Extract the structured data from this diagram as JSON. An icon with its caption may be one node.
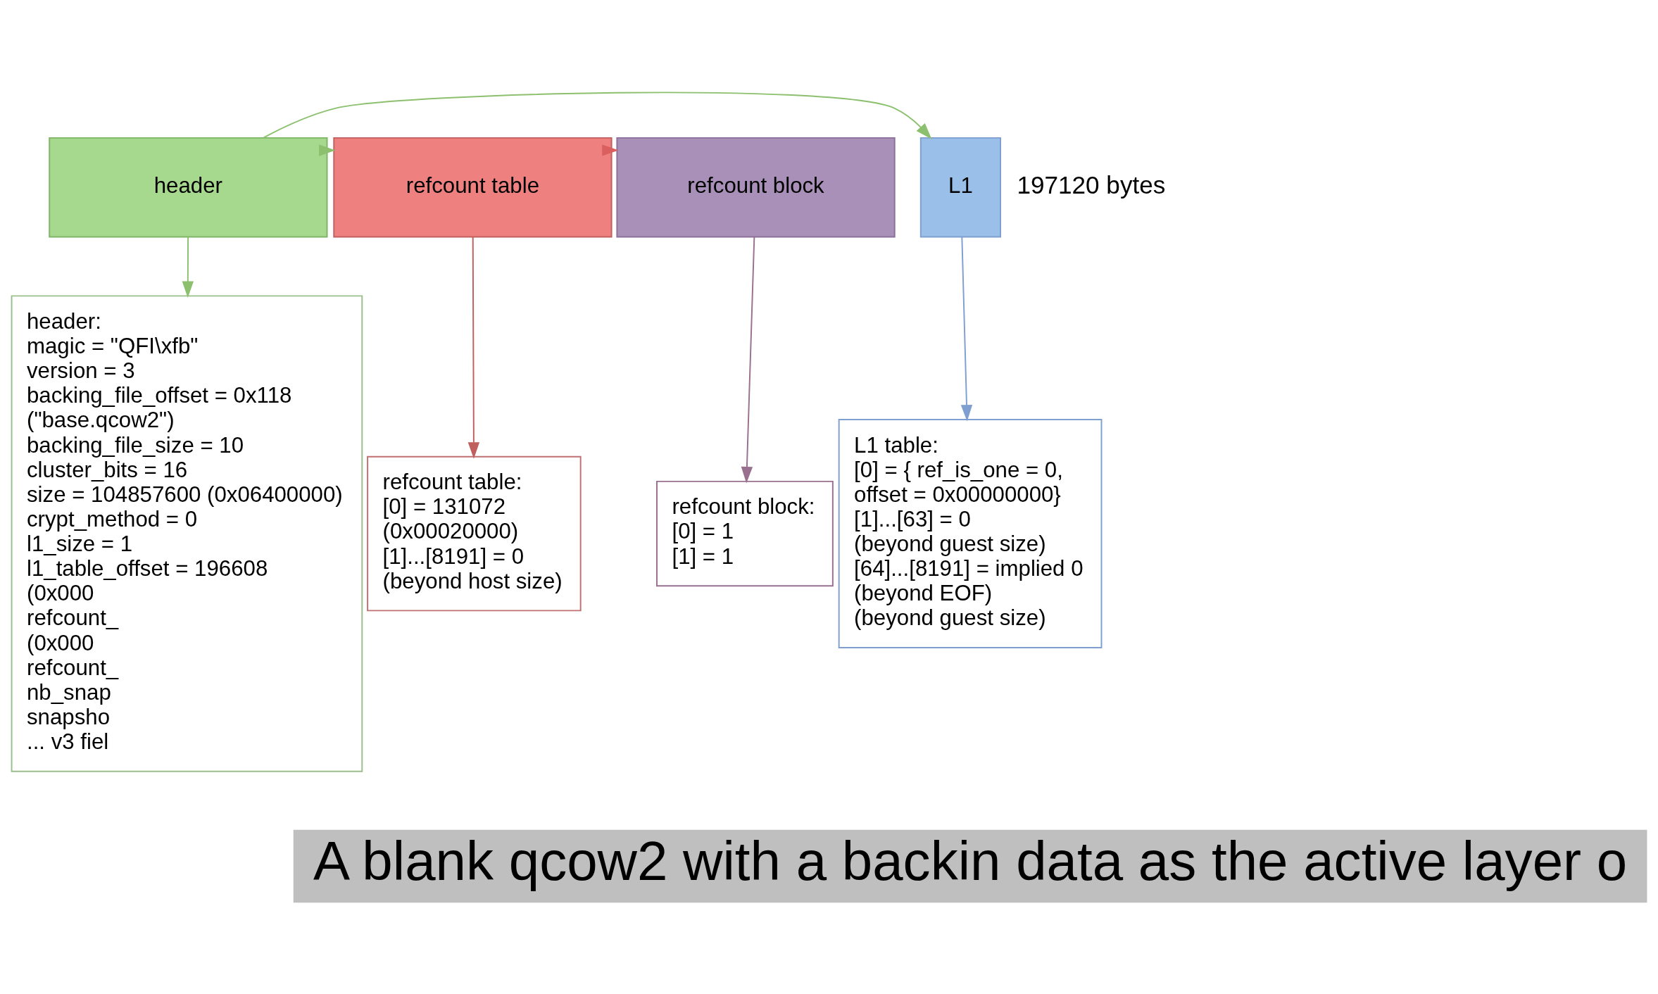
{
  "diagram": {
    "nodes": [
      {
        "text": [
          "header"
        ]
      },
      {
        "text": [
          "refcount table"
        ]
      },
      {
        "text": [
          "refcount block"
        ]
      },
      {
        "text": [
          "L1"
        ]
      },
      {
        "text": [
          "header:",
          "magic = \"QFI\\xfb\"",
          "version = 3",
          "backing_file_offset = 0x118",
          "(\"base.qcow2\")",
          "backing_file_size = 10",
          "cluster_bits = 16",
          "size = 104857600 (0x06400000)",
          "crypt_method = 0",
          "l1_size = 1",
          "l1_table_offset = 196608",
          "(0x000",
          "refcount_",
          "(0x000",
          "refcount_",
          "nb_snap",
          "snapsho",
          "... v3 fiel"
        ]
      },
      {
        "text": [
          "refcount table:",
          "[0] = 131072",
          "(0x00020000)",
          "[1]...[8191] = 0",
          "(beyond host size)"
        ]
      },
      {
        "text": [
          "refcount block:",
          "[0] = 1",
          "[1] = 1"
        ]
      },
      {
        "text": [
          "L1 table:",
          "[0] = { ref_is_one = 0,",
          "offset = 0x00000000}",
          "[1]...[63] = 0",
          "(beyond guest size)",
          "[64]...[8191] = implied 0",
          "(beyond EOF)",
          "(beyond guest size)"
        ]
      }
    ],
    "edges": [
      {
        "from": 0,
        "to": 1,
        "arrow": "to",
        "color": "#8cc06e"
      },
      {
        "from": 0,
        "to": 3,
        "arrow": "to",
        "color": "#8cc06e"
      },
      {
        "from": 1,
        "to": 2,
        "arrow": "to",
        "color": "#d9605e"
      },
      {
        "from": 0,
        "to": 4,
        "arrow": "to",
        "color": "#8cc06e"
      },
      {
        "from": 1,
        "to": 5,
        "arrow": "to",
        "color": "#c0605e"
      },
      {
        "from": 2,
        "to": 6,
        "arrow": "to",
        "color": "#9a7090"
      },
      {
        "from": 3,
        "to": 7,
        "arrow": "to",
        "color": "#7f9fd0"
      }
    ],
    "labels": [
      "197120 bytes",
      "A blank qcow2 with a backin data as the active layer o"
    ]
  }
}
